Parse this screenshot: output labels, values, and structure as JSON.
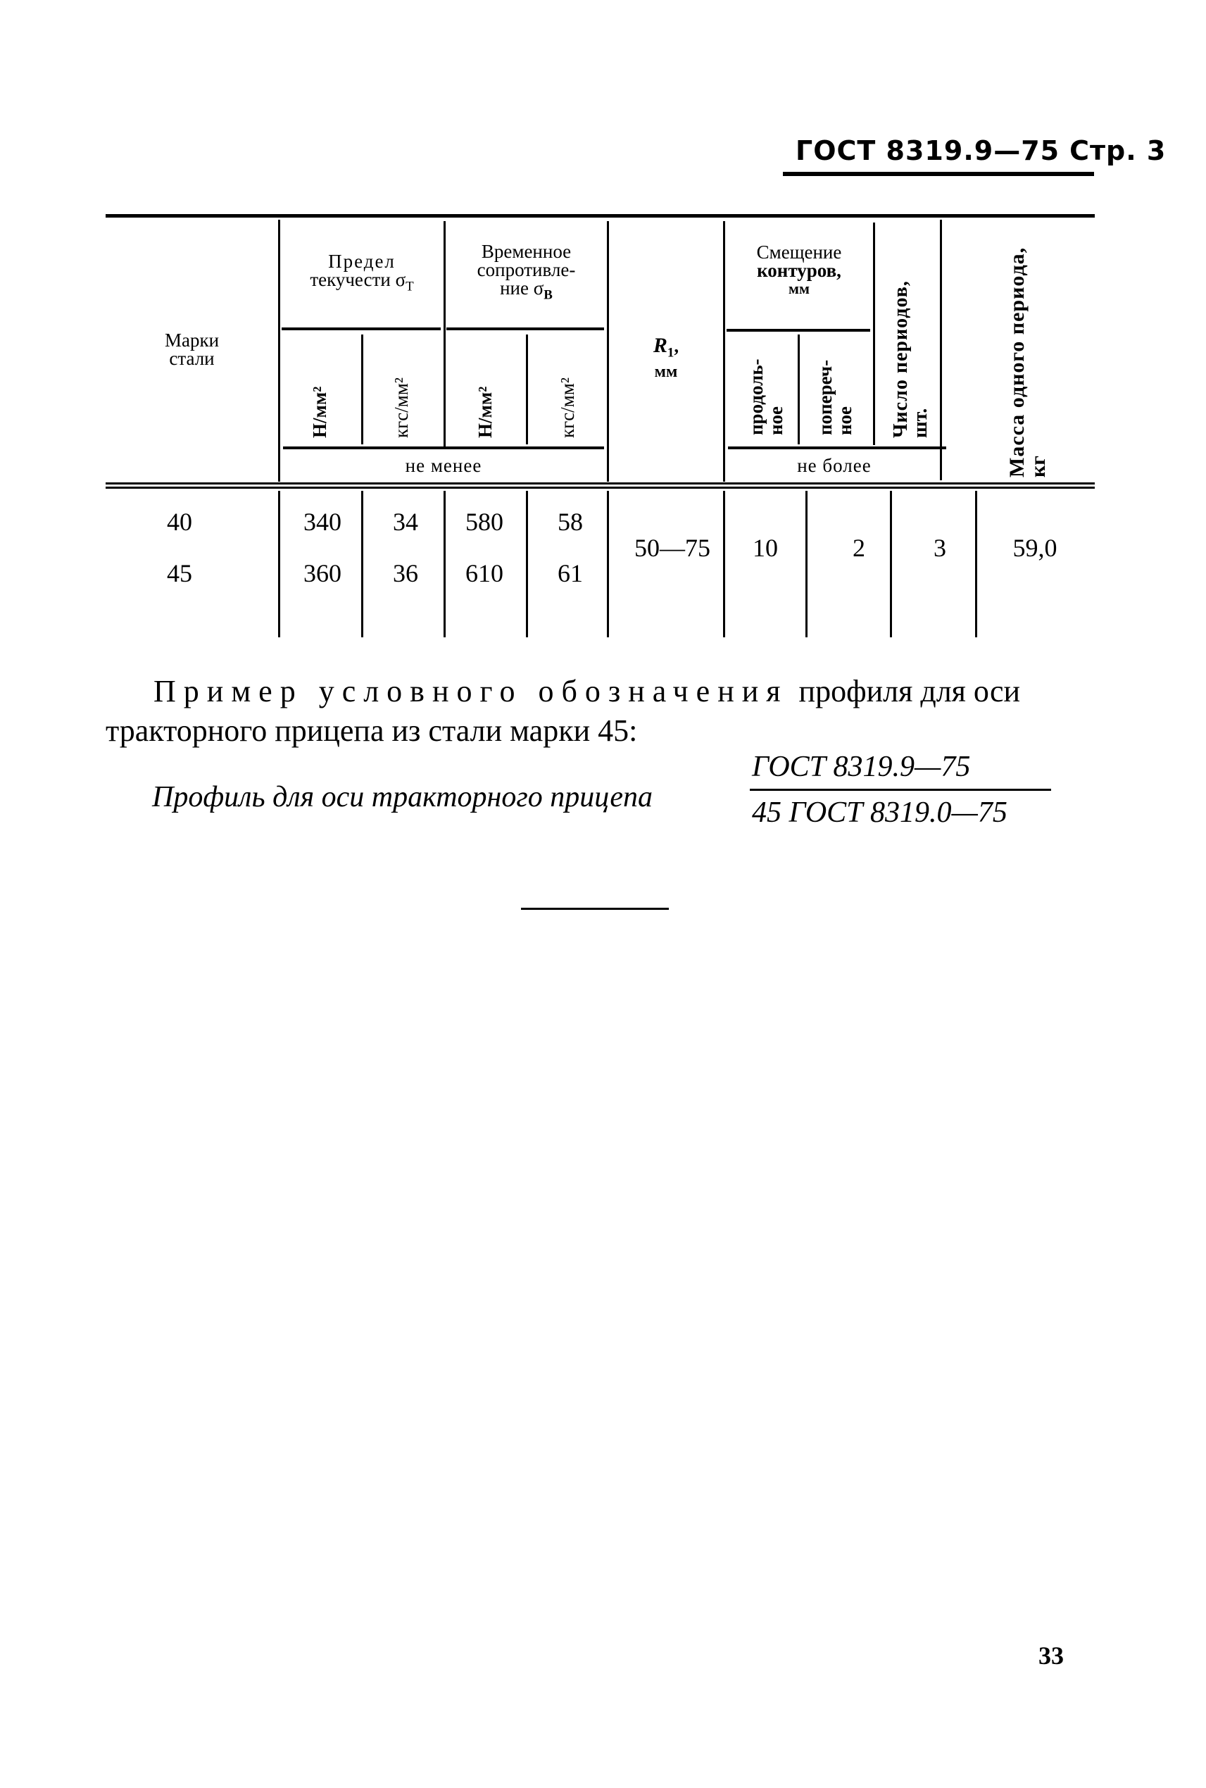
{
  "running_header": {
    "standard": "ГОСТ 8319.9—75",
    "page_label": "Стр. 3"
  },
  "table": {
    "header": {
      "grade": "Марки стали",
      "yield_strength": {
        "title_line1": "Предел",
        "title_line2": "текучести σ",
        "subscript": "т",
        "unit_n": "Н/мм²",
        "unit_kgf": "кгс/мм²"
      },
      "tensile_strength": {
        "title_line1": "Временное",
        "title_line2": "сопротивле-",
        "title_line3": "ние σ",
        "subscript": "в",
        "unit_n": "Н/мм²",
        "unit_kgf": "кгс/мм²"
      },
      "qualifier_min": "не менее",
      "radius": {
        "symbol": "R",
        "subscript": "1",
        "unit": "мм"
      },
      "contour_offset": {
        "title_line1": "Смещение",
        "title_line2": "контуров,",
        "title_line3": "мм",
        "longitudinal_line1": "продоль-",
        "longitudinal_line2": "ное",
        "transverse_line1": "попереч-",
        "transverse_line2": "ное"
      },
      "periods_count": {
        "line1": "Число периодов,",
        "line2": "шт."
      },
      "qualifier_max": "не более",
      "period_mass": {
        "line1": "Масса одного периода,",
        "line2": "кг"
      }
    },
    "rows": [
      {
        "grade": "40",
        "yield_n": "340",
        "yield_kgf": "34",
        "tensile_n": "580",
        "tensile_kgf": "58"
      },
      {
        "grade": "45",
        "yield_n": "360",
        "yield_kgf": "36",
        "tensile_n": "610",
        "tensile_kgf": "61"
      }
    ],
    "shared": {
      "radius": "50—75",
      "longitudinal": "10",
      "transverse": "2",
      "periods": "3",
      "mass": "59,0"
    }
  },
  "example": {
    "intro_line1_spaced": "Пример условного обозначения",
    "intro_line1_rest": "профиля для оси",
    "intro_line2": "тракторного прицепа из стали марки 45:",
    "designation_text": "Профиль для оси тракторного прицепа",
    "numerator": "ГОСТ 8319.9—75",
    "denominator": "45 ГОСТ 8319.0—75"
  },
  "page_number": "33"
}
